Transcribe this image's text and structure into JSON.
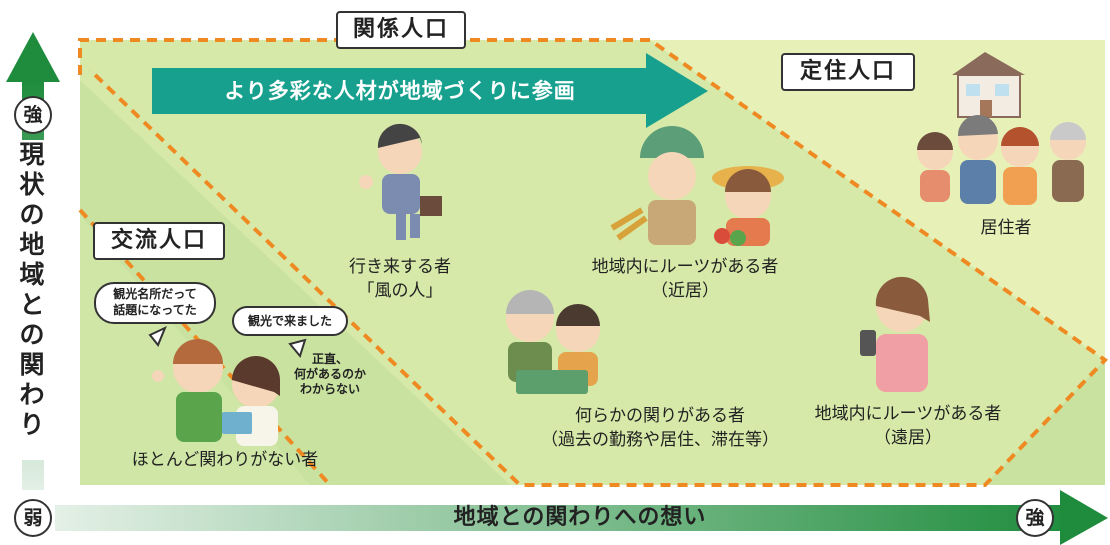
{
  "axes": {
    "vertical_label": "現状の地域との関わり",
    "horizontal_label": "地域との関わりへの想い",
    "strong": "強",
    "weak": "弱"
  },
  "regions": {
    "kouryu": "交流人口",
    "kankei": "関係人口",
    "teijuu": "定住人口"
  },
  "arrow_banner": "より多彩な人材が地域づくりに参画",
  "bubbles": {
    "b1_line1": "観光名所だって",
    "b1_line2": "話題になってた",
    "b2": "観光で来ました",
    "b3_line1": "正直、",
    "b3_line2": "何があるのか",
    "b3_line3": "わからない"
  },
  "groups": {
    "none_line1": "ほとんど関わりがない者",
    "yukiki_line1": "行き来する者",
    "yukiki_line2": "「風の人」",
    "nanraka_line1": "何らかの関りがある者",
    "nanraka_line2": "（過去の勤務や居住、滞在等）",
    "roots_near_line1": "地域内にルーツがある者",
    "roots_near_line2": "（近居）",
    "roots_far_line1": "地域内にルーツがある者",
    "roots_far_line2": "（遠居）",
    "residents": "居住者"
  },
  "colors": {
    "green_dark": "#1e8c3c",
    "teal": "#17a08d",
    "bg_green": "#c9e2a0",
    "bg_light": "#e3efb4",
    "orange": "#ef8a22"
  }
}
